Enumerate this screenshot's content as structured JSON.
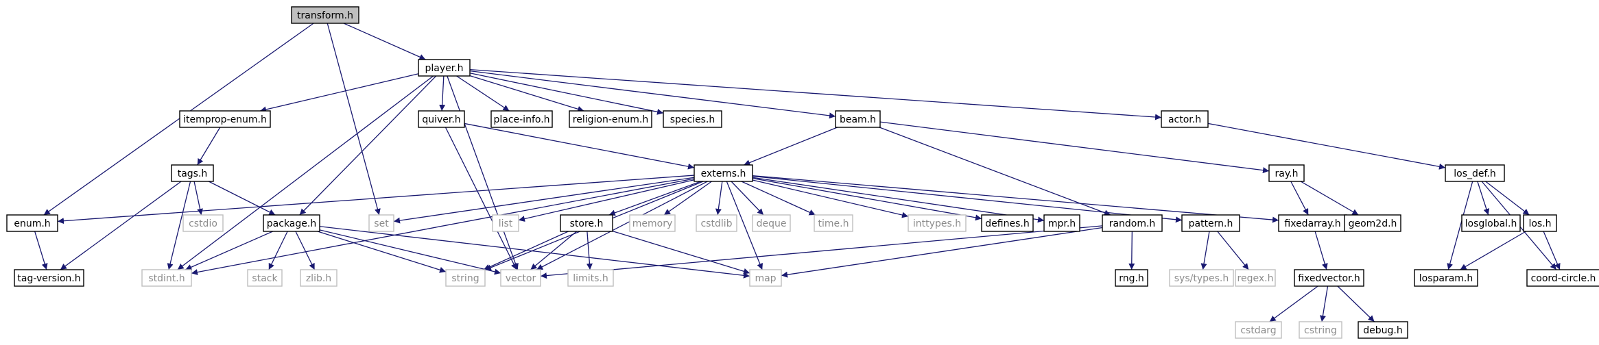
{
  "colors": {
    "edge": "#191970",
    "node_border": "#000000",
    "external_border": "#bfbfbf",
    "external_text": "#8c8c8c",
    "focus_fill": "#bfbfbf"
  },
  "nodes": [
    {
      "id": "transform",
      "label": "transform.h",
      "kind": "focus"
    },
    {
      "id": "player",
      "label": "player.h",
      "kind": "header"
    },
    {
      "id": "enum",
      "label": "enum.h",
      "kind": "header"
    },
    {
      "id": "set",
      "label": "set",
      "kind": "external"
    },
    {
      "id": "stdint",
      "label": "stdint.h",
      "kind": "external"
    },
    {
      "id": "itemprop",
      "label": "itemprop-enum.h",
      "kind": "header"
    },
    {
      "id": "package",
      "label": "package.h",
      "kind": "header"
    },
    {
      "id": "quiver",
      "label": "quiver.h",
      "kind": "header"
    },
    {
      "id": "placeinfo",
      "label": "place-info.h",
      "kind": "header"
    },
    {
      "id": "religion",
      "label": "religion-enum.h",
      "kind": "header"
    },
    {
      "id": "species",
      "label": "species.h",
      "kind": "header"
    },
    {
      "id": "beam",
      "label": "beam.h",
      "kind": "header"
    },
    {
      "id": "actor",
      "label": "actor.h",
      "kind": "header"
    },
    {
      "id": "vector",
      "label": "vector",
      "kind": "external"
    },
    {
      "id": "tags",
      "label": "tags.h",
      "kind": "header"
    },
    {
      "id": "externs",
      "label": "externs.h",
      "kind": "header"
    },
    {
      "id": "ray",
      "label": "ray.h",
      "kind": "header"
    },
    {
      "id": "losdef",
      "label": "los_def.h",
      "kind": "header"
    },
    {
      "id": "tagversion",
      "label": "tag-version.h",
      "kind": "header"
    },
    {
      "id": "cstdio",
      "label": "cstdio",
      "kind": "external"
    },
    {
      "id": "stack",
      "label": "stack",
      "kind": "external"
    },
    {
      "id": "zlib",
      "label": "zlib.h",
      "kind": "external"
    },
    {
      "id": "string",
      "label": "string",
      "kind": "external"
    },
    {
      "id": "map",
      "label": "map",
      "kind": "external"
    },
    {
      "id": "list",
      "label": "list",
      "kind": "external"
    },
    {
      "id": "store",
      "label": "store.h",
      "kind": "header"
    },
    {
      "id": "memory",
      "label": "memory",
      "kind": "external"
    },
    {
      "id": "cstdlib",
      "label": "cstdlib",
      "kind": "external"
    },
    {
      "id": "deque",
      "label": "deque",
      "kind": "external"
    },
    {
      "id": "time",
      "label": "time.h",
      "kind": "external"
    },
    {
      "id": "inttypes",
      "label": "inttypes.h",
      "kind": "external"
    },
    {
      "id": "defines",
      "label": "defines.h",
      "kind": "header"
    },
    {
      "id": "mpr",
      "label": "mpr.h",
      "kind": "header"
    },
    {
      "id": "random",
      "label": "random.h",
      "kind": "header"
    },
    {
      "id": "pattern",
      "label": "pattern.h",
      "kind": "header"
    },
    {
      "id": "fixedarray",
      "label": "fixedarray.h",
      "kind": "header"
    },
    {
      "id": "geom2d",
      "label": "geom2d.h",
      "kind": "header"
    },
    {
      "id": "losglobal",
      "label": "losglobal.h",
      "kind": "header"
    },
    {
      "id": "los",
      "label": "los.h",
      "kind": "header"
    },
    {
      "id": "limits",
      "label": "limits.h",
      "kind": "external"
    },
    {
      "id": "rng",
      "label": "rng.h",
      "kind": "header"
    },
    {
      "id": "systypes",
      "label": "sys/types.h",
      "kind": "external"
    },
    {
      "id": "regex",
      "label": "regex.h",
      "kind": "external"
    },
    {
      "id": "fixedvector",
      "label": "fixedvector.h",
      "kind": "header"
    },
    {
      "id": "losparam",
      "label": "losparam.h",
      "kind": "header"
    },
    {
      "id": "coordcircle",
      "label": "coord-circle.h",
      "kind": "header"
    },
    {
      "id": "cstdarg",
      "label": "cstdarg",
      "kind": "external"
    },
    {
      "id": "cstring",
      "label": "cstring",
      "kind": "external"
    },
    {
      "id": "debug",
      "label": "debug.h",
      "kind": "header"
    }
  ],
  "edges": [
    [
      "transform",
      "player"
    ],
    [
      "transform",
      "enum"
    ],
    [
      "transform",
      "set"
    ],
    [
      "player",
      "stdint"
    ],
    [
      "player",
      "itemprop"
    ],
    [
      "player",
      "package"
    ],
    [
      "player",
      "quiver"
    ],
    [
      "player",
      "placeinfo"
    ],
    [
      "player",
      "religion"
    ],
    [
      "player",
      "species"
    ],
    [
      "player",
      "beam"
    ],
    [
      "player",
      "actor"
    ],
    [
      "player",
      "vector"
    ],
    [
      "itemprop",
      "tags"
    ],
    [
      "tags",
      "cstdio"
    ],
    [
      "tags",
      "package"
    ],
    [
      "tags",
      "stdint"
    ],
    [
      "tags",
      "tagversion"
    ],
    [
      "enum",
      "tagversion"
    ],
    [
      "package",
      "stdint"
    ],
    [
      "package",
      "stack"
    ],
    [
      "package",
      "zlib"
    ],
    [
      "package",
      "string"
    ],
    [
      "package",
      "vector"
    ],
    [
      "package",
      "map"
    ],
    [
      "quiver",
      "externs"
    ],
    [
      "quiver",
      "vector"
    ],
    [
      "beam",
      "externs"
    ],
    [
      "beam",
      "ray"
    ],
    [
      "beam",
      "random"
    ],
    [
      "actor",
      "losdef"
    ],
    [
      "externs",
      "enum"
    ],
    [
      "externs",
      "stdint"
    ],
    [
      "externs",
      "set"
    ],
    [
      "externs",
      "list"
    ],
    [
      "externs",
      "string"
    ],
    [
      "externs",
      "vector"
    ],
    [
      "externs",
      "store"
    ],
    [
      "externs",
      "memory"
    ],
    [
      "externs",
      "cstdlib"
    ],
    [
      "externs",
      "deque"
    ],
    [
      "externs",
      "time"
    ],
    [
      "externs",
      "inttypes"
    ],
    [
      "externs",
      "defines"
    ],
    [
      "externs",
      "mpr"
    ],
    [
      "externs",
      "map"
    ],
    [
      "externs",
      "pattern"
    ],
    [
      "externs",
      "fixedarray"
    ],
    [
      "store",
      "string"
    ],
    [
      "store",
      "vector"
    ],
    [
      "store",
      "limits"
    ],
    [
      "store",
      "map"
    ],
    [
      "ray",
      "fixedarray"
    ],
    [
      "ray",
      "geom2d"
    ],
    [
      "random",
      "rng"
    ],
    [
      "random",
      "vector"
    ],
    [
      "random",
      "map"
    ],
    [
      "pattern",
      "systypes"
    ],
    [
      "pattern",
      "regex"
    ],
    [
      "fixedarray",
      "fixedvector"
    ],
    [
      "fixedvector",
      "cstdarg"
    ],
    [
      "fixedvector",
      "cstring"
    ],
    [
      "fixedvector",
      "debug"
    ],
    [
      "losdef",
      "losglobal"
    ],
    [
      "losdef",
      "los"
    ],
    [
      "losdef",
      "losparam"
    ],
    [
      "losdef",
      "coordcircle"
    ],
    [
      "los",
      "losparam"
    ],
    [
      "los",
      "coordcircle"
    ]
  ]
}
